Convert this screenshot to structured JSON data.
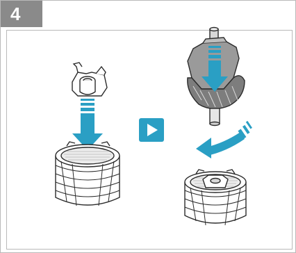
{
  "step": {
    "number": "4"
  },
  "colors": {
    "badge": "#8a8a8a",
    "arrow": "#2a9fc4",
    "divider": "#2a9fc4",
    "outline": "#2b2b2b",
    "part_gray": "#9a9a9a",
    "frame": "#b9b9b9"
  },
  "left_scene": {
    "parts": [
      "gear-holder",
      "down-arrow",
      "sieve-basket"
    ]
  },
  "divider": {
    "icon": "play-icon"
  },
  "right_scene": {
    "parts": [
      "auger",
      "down-arrow",
      "rotation-arrow",
      "assembled-sieve"
    ]
  }
}
